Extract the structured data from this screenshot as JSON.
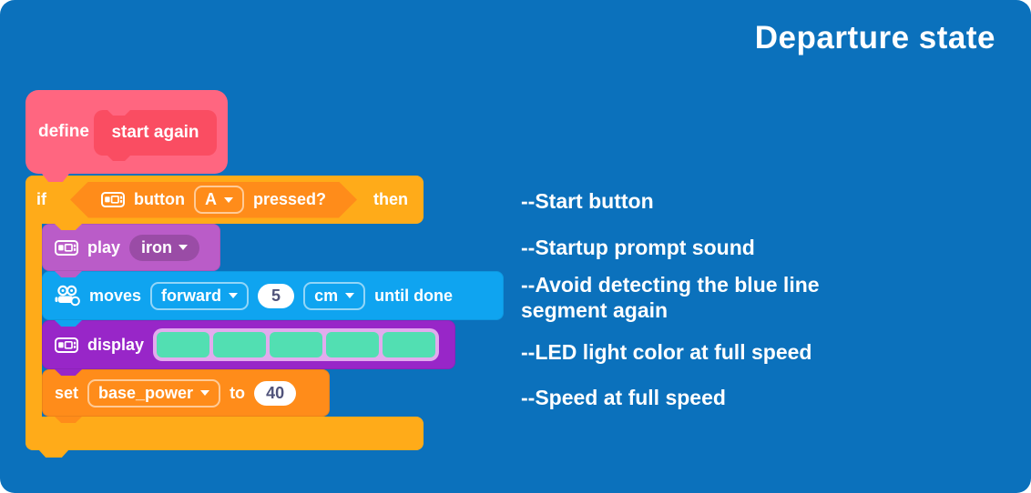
{
  "page": {
    "title": "Departure state",
    "background_color": "#0b71bc"
  },
  "script": {
    "define": {
      "keyword": "define",
      "prototype": "start again",
      "color": "#ff6680",
      "prototype_color": "#fa4d62"
    },
    "if_block": {
      "keyword_if": "if",
      "keyword_then": "then",
      "color": "#ffab19"
    },
    "condition": {
      "icon": "cyberpi-icon",
      "device_label": "button",
      "dropdown_value": "A",
      "suffix_label": "pressed?",
      "color": "#ff8c1a"
    },
    "play": {
      "icon": "cyberpi-icon",
      "label": "play",
      "dropdown_value": "iron",
      "color": "#ba5cc8"
    },
    "moves": {
      "icon": "mbot2-icon",
      "label": "moves",
      "direction_value": "forward",
      "distance_value": "5",
      "unit_value": "cm",
      "suffix_label": "until done",
      "color": "#0fa4f0"
    },
    "display": {
      "icon": "cyberpi-icon",
      "label": "display",
      "led_count": 5,
      "led_color": "#52dfb2",
      "panel_color": "#e2abee",
      "color": "#9826c8"
    },
    "set_var": {
      "keyword_set": "set",
      "variable_value": "base_power",
      "keyword_to": "to",
      "number_value": "40",
      "color": "#ff8c1a"
    }
  },
  "annotations": [
    "--Start button",
    "--Startup prompt sound",
    "--Avoid detecting the blue line segment again",
    "--LED light color at full speed",
    "--Speed at full speed"
  ]
}
